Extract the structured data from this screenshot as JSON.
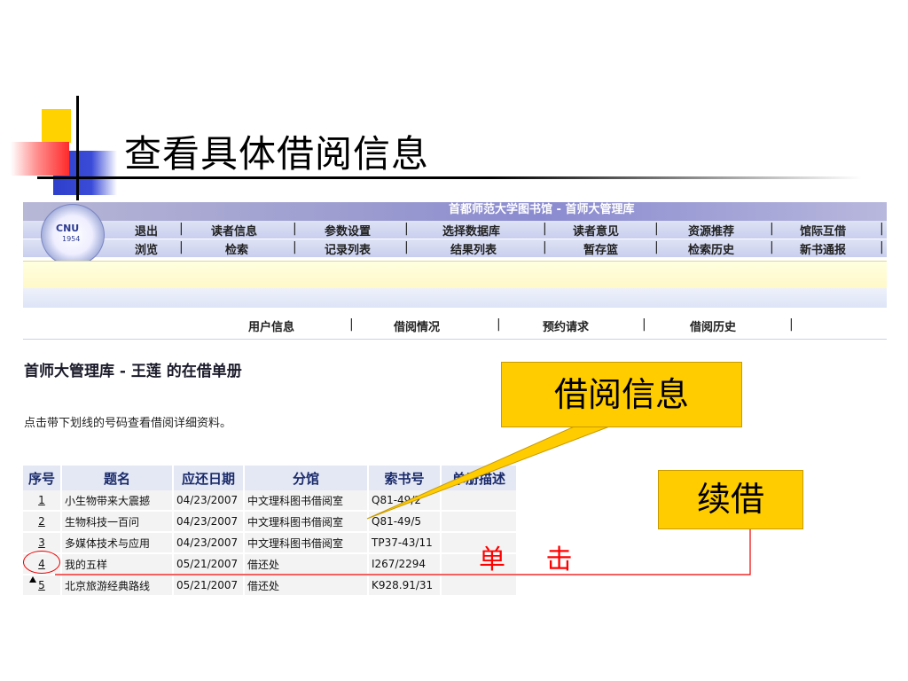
{
  "slide": {
    "title": "查看具体借阅信息"
  },
  "library": {
    "banner_text": "首都师范大学图书馆 - 首师大管理库",
    "logo_text": "CNU",
    "logo_year": "1954",
    "nav_row1": [
      "退出",
      "读者信息",
      "参数设置",
      "选择数据库",
      "读者意见",
      "资源推荐",
      "馆际互借"
    ],
    "nav_row2": [
      "浏览",
      "检索",
      "记录列表",
      "结果列表",
      "暂存篮",
      "检索历史",
      "新书通报"
    ],
    "sub_nav": [
      "用户信息",
      "借阅情况",
      "预约请求",
      "借阅历史"
    ],
    "separator": "|"
  },
  "page": {
    "heading": "首师大管理库 - 王莲 的在借单册",
    "instruction": "点击带下划线的号码查看借阅详细资料。"
  },
  "table": {
    "headers": [
      "序号",
      "题名",
      "应还日期",
      "分馆",
      "索书号",
      "单册描述"
    ],
    "rows": [
      {
        "seq": "1",
        "title": "小生物带来大震撼",
        "due": "04/23/2007",
        "branch": "中文理科图书借阅室",
        "call": "Q81-49/2",
        "desc": ""
      },
      {
        "seq": "2",
        "title": "生物科技一百问",
        "due": "04/23/2007",
        "branch": "中文理科图书借阅室",
        "call": "Q81-49/5",
        "desc": ""
      },
      {
        "seq": "3",
        "title": "多媒体技术与应用",
        "due": "04/23/2007",
        "branch": "中文理科图书借阅室",
        "call": "TP37-43/11",
        "desc": ""
      },
      {
        "seq": "4",
        "title": "我的五样",
        "due": "05/21/2007",
        "branch": "借还处",
        "call": "I267/2294",
        "desc": ""
      },
      {
        "seq": "5",
        "title": "北京旅游经典路线",
        "due": "05/21/2007",
        "branch": "借还处",
        "call": "K928.91/31",
        "desc": ""
      }
    ]
  },
  "callouts": {
    "borrow_info": "借阅信息",
    "renew": "续借",
    "click": "单 击"
  },
  "colors": {
    "callout_fill": "#ffcc00",
    "annotation_red": "#ff0000",
    "nav_blue": "#c8cfee"
  }
}
